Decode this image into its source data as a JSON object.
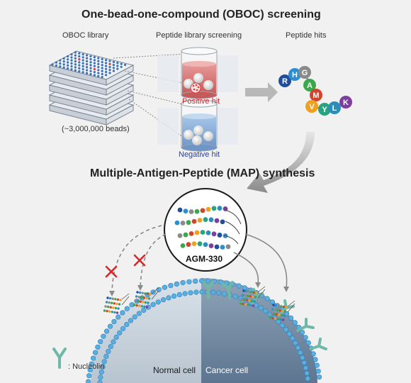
{
  "title_oboc": "One-bead-one-compound (OBOC) screening",
  "label_library": "OBOC library",
  "label_screening": "Peptide library screening",
  "label_hits": "Peptide hits",
  "label_beads": "(~3,000,000 beads)",
  "label_positive": "Positive hit",
  "label_negative": "Negative hit",
  "title_map": "Multiple-Antigen-Peptide (MAP) synthesis",
  "label_agm": "AGM-330",
  "label_normal": "Normal cell",
  "label_cancer": "Cancer cell",
  "legend_nucleolin": ": Nucleolin",
  "peptide_letters": [
    {
      "letter": "R",
      "color": "#1f4e9c"
    },
    {
      "letter": "H",
      "color": "#2b8fd1"
    },
    {
      "letter": "G",
      "color": "#8a8a8a"
    },
    {
      "letter": "A",
      "color": "#3aa84a"
    },
    {
      "letter": "M",
      "color": "#d2452c"
    },
    {
      "letter": "V",
      "color": "#f0a020"
    },
    {
      "letter": "Y",
      "color": "#27a37f"
    },
    {
      "letter": "L",
      "color": "#2a8fb8"
    },
    {
      "letter": "K",
      "color": "#7b3f9e"
    }
  ],
  "colors": {
    "positive_red": "#c8282d",
    "negative_blue": "#2a3f9a",
    "membrane_blue": "#5aaee0",
    "nucleolin_green": "#6fb8a8"
  }
}
